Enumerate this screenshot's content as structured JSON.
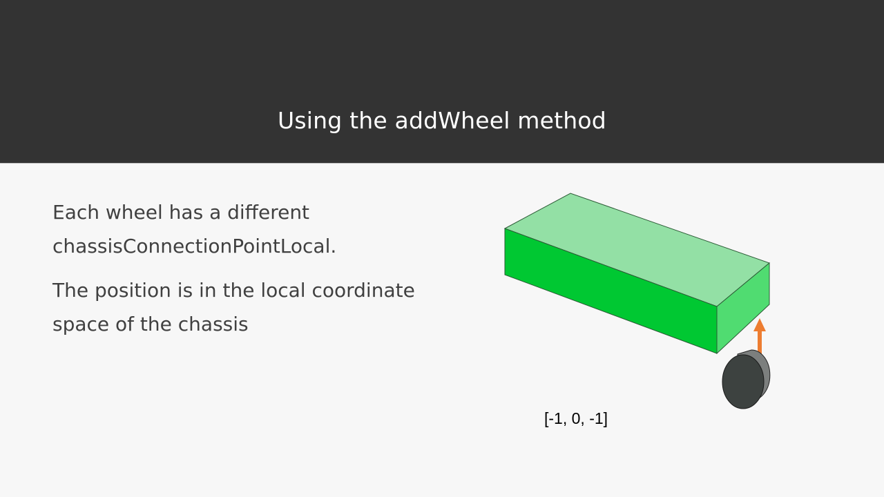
{
  "slide": {
    "title": "Using the addWheel method",
    "paragraphs": [
      {
        "line1": "Each wheel has a different",
        "line2": "chassisConnectionPointLocal."
      },
      {
        "line1": "The position is in the local coordinate",
        "line2": "space of the chassis"
      }
    ]
  },
  "diagram": {
    "coordinate_label": "[-1, 0, -1]",
    "colors": {
      "chassis_top": "#93e0a5",
      "chassis_front": "#00c832",
      "chassis_side": "#50dc71",
      "wheel_face": "#3d4240",
      "wheel_rim": "#7c7f7e",
      "arrow": "#ed7d31"
    },
    "icons": {
      "chassis": "green-box",
      "wheel": "gray-cylinder",
      "arrow": "orange-up-arrow"
    }
  }
}
